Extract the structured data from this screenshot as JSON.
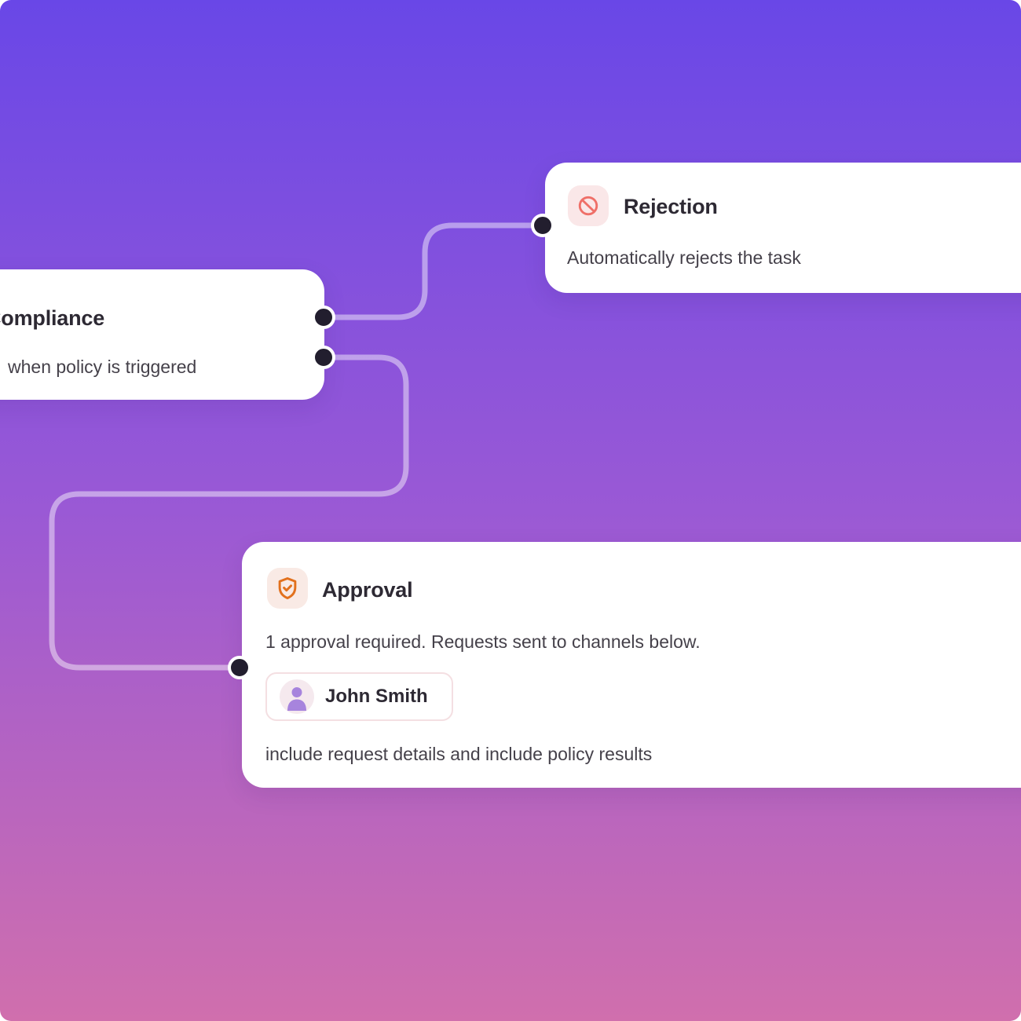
{
  "canvas": {
    "background_gradient": {
      "top": "#6947e7",
      "middle": "#9a59d5",
      "bottom": "#d06fad"
    },
    "connector_color": "rgba(255,255,255,0.45)",
    "port_color": "#221e2e"
  },
  "nodes": {
    "compliance": {
      "title": "Compliance",
      "subtitle": "when policy is triggered",
      "note": "card clipped at left edge of canvas"
    },
    "rejection": {
      "title": "Rejection",
      "description": "Automatically rejects the task",
      "icon": "ban-icon",
      "icon_color": "#ef6f68",
      "icon_bg": "#fae7e8"
    },
    "approval": {
      "title": "Approval",
      "description": "1 approval required. Requests sent to channels below.",
      "approver_name": "John Smith",
      "footer": "include request details and include policy results",
      "icon": "shield-check-icon",
      "icon_color": "#e2711d",
      "icon_bg": "#f9eae5",
      "avatar_icon": "person-icon",
      "avatar_color": "#a784dd",
      "avatar_bg": "#f5e9ee"
    }
  },
  "connectors": [
    {
      "from": "compliance-out-top",
      "to": "rejection-in"
    },
    {
      "from": "compliance-out-bottom",
      "to": "approval-in"
    }
  ]
}
